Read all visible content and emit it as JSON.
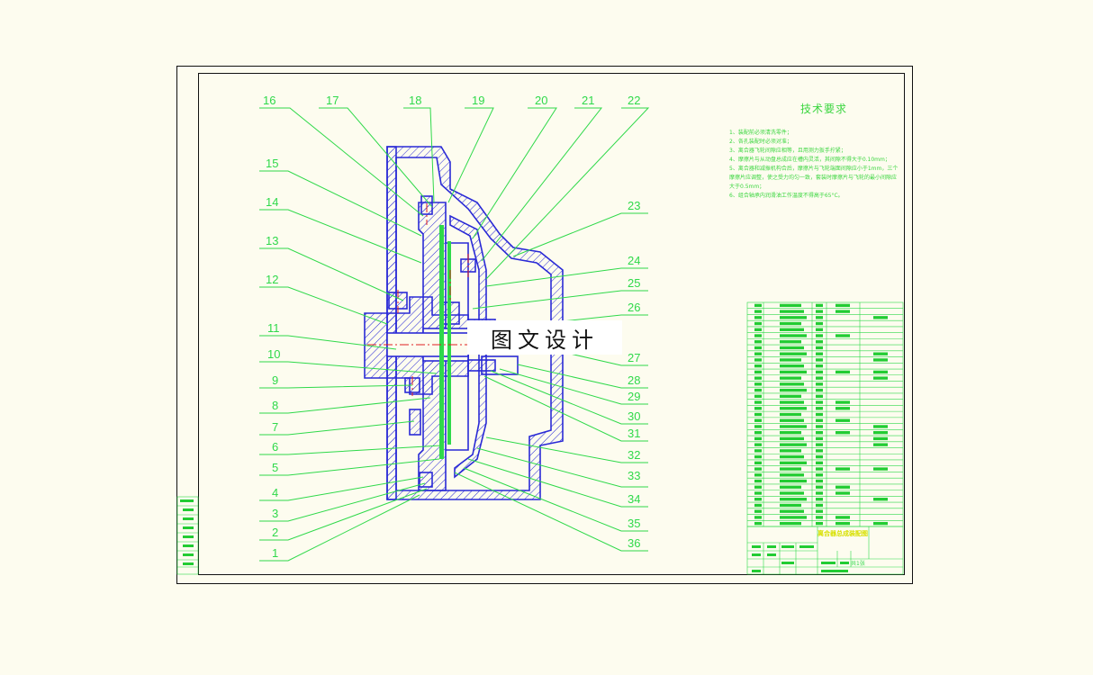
{
  "watermark": "图文设计",
  "technical_requirements": {
    "title": "技术要求",
    "items": [
      "1、装配前必须清洗零件；",
      "2、各孔装配时必须对准；",
      "3、离合器飞轮间隙应相等，且用测力扳手拧紧；",
      "4、摩擦片与从动盘总成应在槽内灵活，其间隙不得大于0.10mm；",
      "5、离合器和减振机构合后，摩擦片与飞轮端面间隙应小于1mm，三个摩擦片应调整，使之受力均匀一致，套装时摩擦片与飞轮的最小间隙应大于0.5mm；",
      "6、组合轴承内润滑油工作温度不得高于65°C。"
    ]
  },
  "callouts": {
    "left": [
      "16",
      "17",
      "18",
      "19",
      "20",
      "21",
      "22",
      "15",
      "14",
      "13",
      "12",
      "11",
      "10",
      "9",
      "8",
      "7",
      "6",
      "5",
      "4",
      "3",
      "2",
      "1"
    ],
    "right": [
      "23",
      "24",
      "25",
      "26",
      "27",
      "28",
      "29",
      "30",
      "31",
      "32",
      "33",
      "34",
      "35",
      "36"
    ]
  },
  "title_block": {
    "drawing_title": "离合器总成装配图",
    "sheet_label": "共1张"
  },
  "colors": {
    "background": "#fdfcef",
    "border": "#111111",
    "callout_lines": "#2fd94a",
    "section_outline": "#2a2ad6",
    "centerline": "#e02020",
    "hatch": "#2a2ad6"
  }
}
